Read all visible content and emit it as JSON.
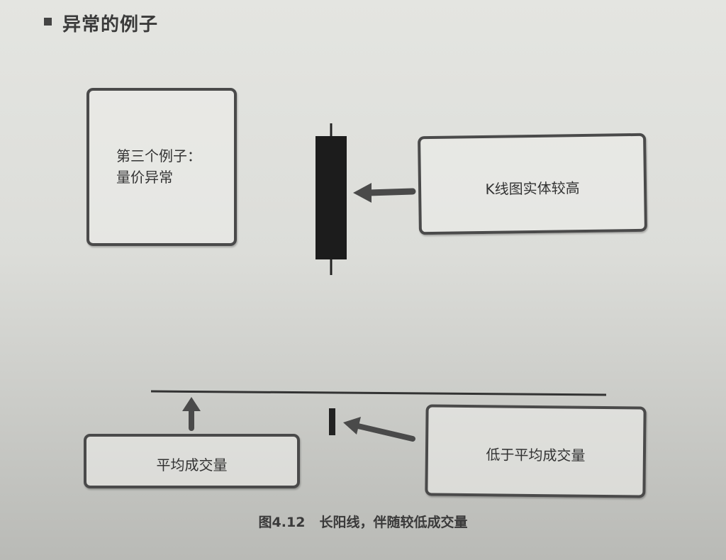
{
  "section": {
    "title": "异常的例子"
  },
  "diagram": {
    "example_box": {
      "line1": "第三个例子：",
      "line2": "量价异常"
    },
    "candle_label": "K线图实体较高",
    "avg_volume_label": "平均成交量",
    "below_avg_label": "低于平均成交量"
  },
  "caption": {
    "number": "图4.12",
    "text": "长阳线，伴随较低成交量"
  }
}
